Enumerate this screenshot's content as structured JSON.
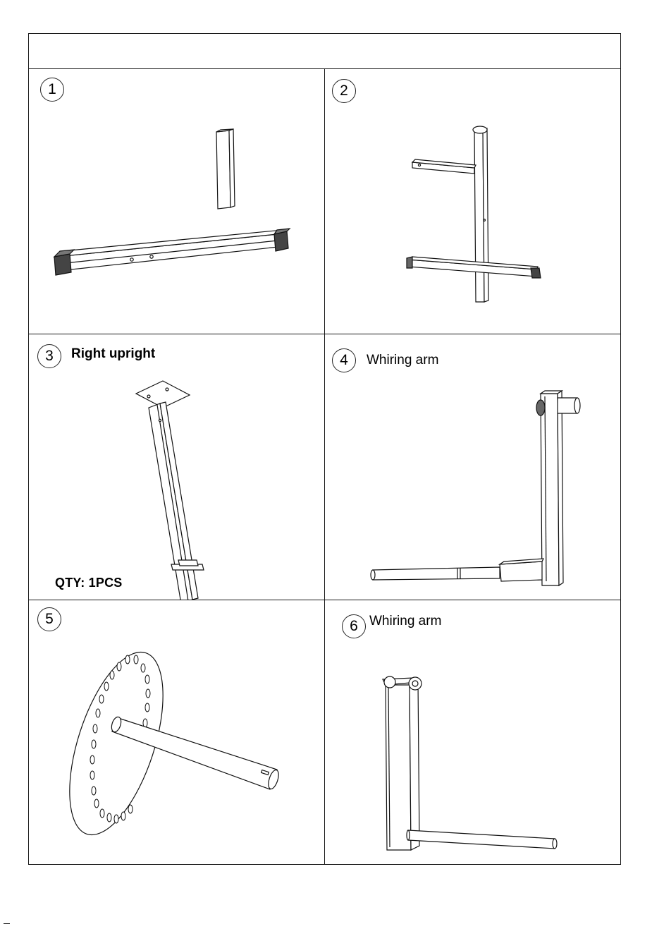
{
  "sheet": {
    "cells": [
      {
        "number": "1",
        "label": "",
        "qty": ""
      },
      {
        "number": "2",
        "label": "",
        "qty": ""
      },
      {
        "number": "3",
        "label": "Right upright",
        "qty": "QTY:  1PCS"
      },
      {
        "number": "4",
        "label": "Whiring arm",
        "qty": ""
      },
      {
        "number": "5",
        "label": "",
        "qty": ""
      },
      {
        "number": "6",
        "label": "Whiring arm",
        "qty": ""
      }
    ]
  }
}
